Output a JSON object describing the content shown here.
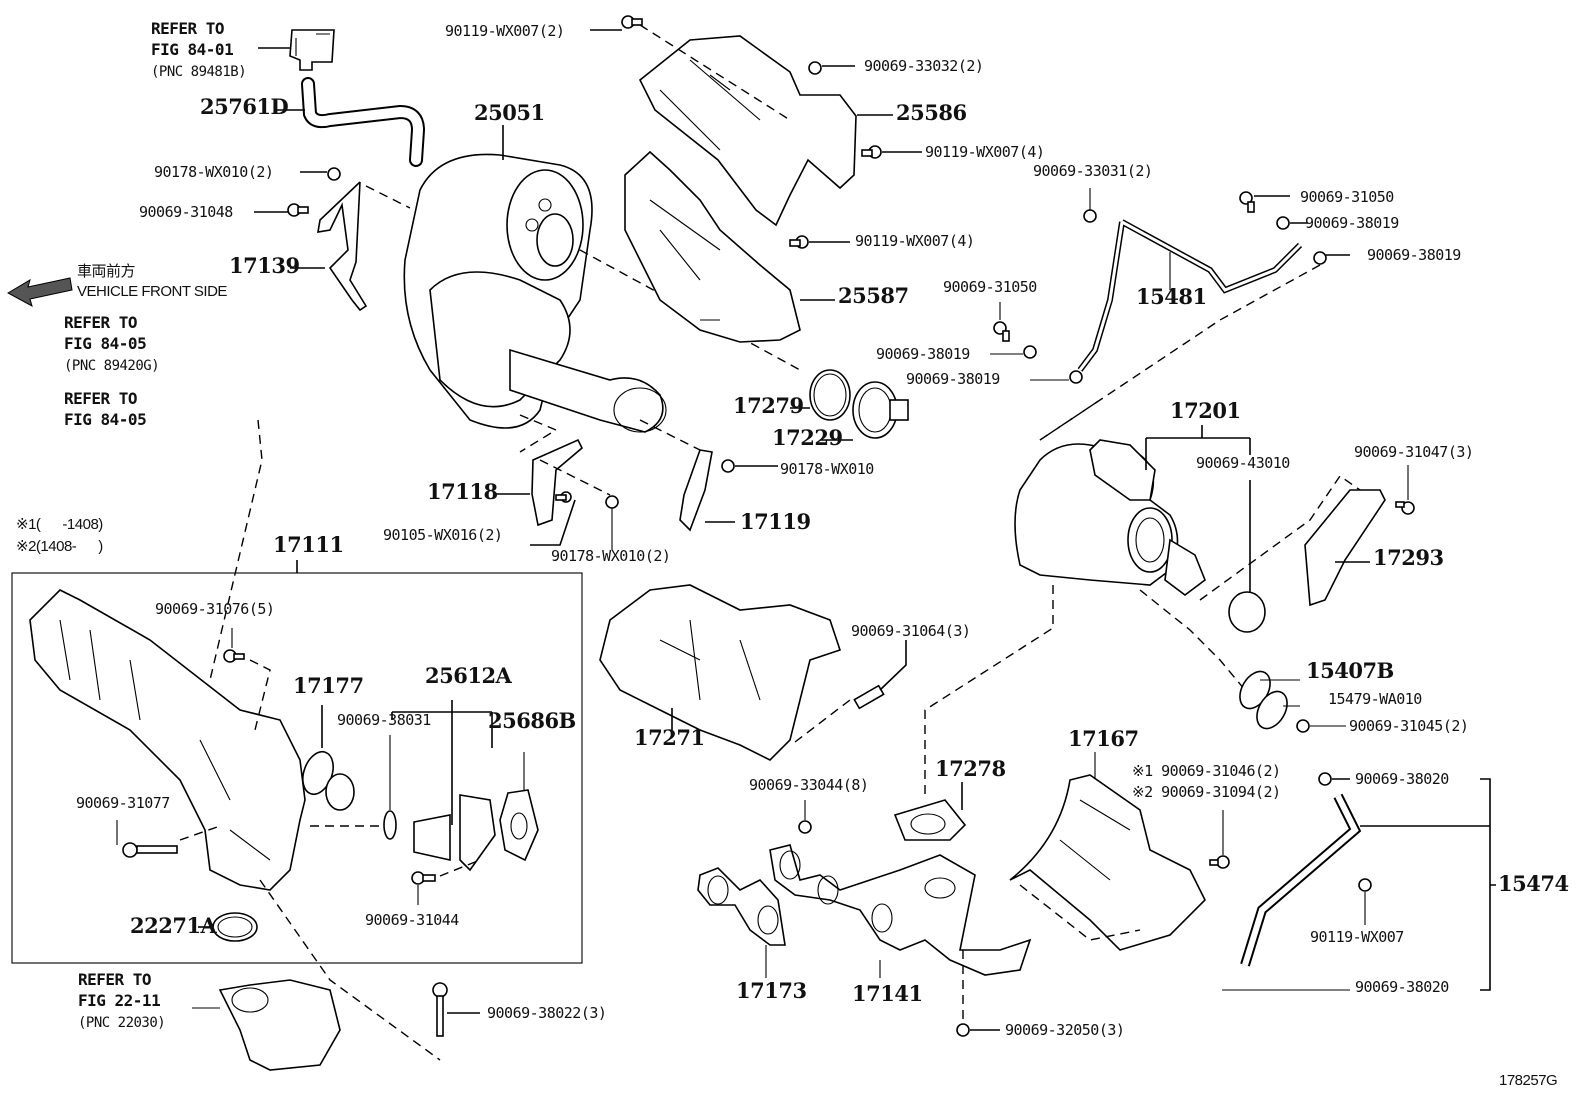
{
  "diagram": {
    "figure_id": "178257G",
    "direction": {
      "label_jp": "車両前方",
      "label_en": "VEHICLE FRONT SIDE",
      "icon": "arrow-left-icon"
    },
    "notes": [
      {
        "mark": "※1",
        "range": "(      -1408)"
      },
      {
        "mark": "※2",
        "range": "(1408-      )"
      }
    ],
    "references": [
      {
        "line1": "REFER TO",
        "line2": "FIG 84-01",
        "pnc": "(PNC 89481B)"
      },
      {
        "line1": "REFER TO",
        "line2": "FIG 84-05",
        "pnc": "(PNC 89420G)"
      },
      {
        "line1": "REFER TO",
        "line2": "FIG 84-05",
        "pnc": ""
      },
      {
        "line1": "REFER TO",
        "line2": "FIG 22-11",
        "pnc": "(PNC 22030)"
      }
    ],
    "main_parts": {
      "p25761D": "25761D",
      "p25051": "25051",
      "p25586": "25586",
      "p25587": "25587",
      "p17139": "17139",
      "p15481": "15481",
      "p17279": "17279",
      "p17229": "17229",
      "p17118": "17118",
      "p17119": "17119",
      "p17201": "17201",
      "p17293": "17293",
      "p17111": "17111",
      "p17177": "17177",
      "p25612A": "25612A",
      "p25686B": "25686B",
      "p22271A": "22271A",
      "p17271": "17271",
      "p17278": "17278",
      "p17167": "17167",
      "p15407B": "15407B",
      "p15474": "15474",
      "p17173": "17173",
      "p17141": "17141"
    },
    "fasteners": {
      "f90119_wx007_2": "90119-WX007(2)",
      "f90069_33032_2": "90069-33032(2)",
      "f90119_wx007_4a": "90119-WX007(4)",
      "f90119_wx007_4b": "90119-WX007(4)",
      "f90178_wx010_2a": "90178-WX010(2)",
      "f90069_31048": "90069-31048",
      "f90069_33031_2": "90069-33031(2)",
      "f90069_31050a": "90069-31050",
      "f90069_38019a": "90069-38019",
      "f90069_38019b": "90069-38019",
      "f90069_31050b": "90069-31050",
      "f90069_38019c": "90069-38019",
      "f90069_38019d": "90069-38019",
      "f90178_wx010": "90178-WX010",
      "f90105_wx016_2": "90105-WX016(2)",
      "f90178_wx010_2b": "90178-WX010(2)",
      "f90069_43010": "90069-43010",
      "f90069_31047_3": "90069-31047(3)",
      "f90069_31076_5": "90069-31076(5)",
      "f90069_38031": "90069-38031",
      "f90069_31077": "90069-31077",
      "f90069_31044": "90069-31044",
      "f90069_31064_3": "90069-31064(3)",
      "f15479_wa010": "15479-WA010",
      "f90069_31045_2": "90069-31045(2)",
      "f90069_33044_8": "90069-33044(8)",
      "f90069_31046_2": "90069-31046(2)",
      "f90069_31094_2": "90069-31094(2)",
      "f90069_38020a": "90069-38020",
      "f90119_wx007": "90119-WX007",
      "f90069_38020b": "90069-38020",
      "f90069_38022_3": "90069-38022(3)",
      "f90069_32050_3": "90069-32050(3)"
    },
    "variant_marks": {
      "m1": "※1",
      "m2": "※2"
    }
  }
}
